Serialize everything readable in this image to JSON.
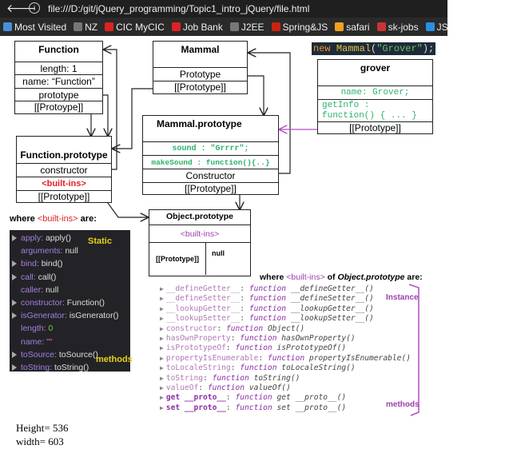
{
  "browser": {
    "url": "file:///D:/git/jQuery_programming/Topic1_intro_jQuery/file.html",
    "bookmarks": [
      {
        "label": "Most Visited",
        "color": "#4a8fd8"
      },
      {
        "label": "NZ",
        "color": "#777"
      },
      {
        "label": "CIC MyCIC",
        "color": "#d22"
      },
      {
        "label": "Job Bank",
        "color": "#d22"
      },
      {
        "label": "J2EE",
        "color": "#777"
      },
      {
        "label": "Spring&JS",
        "color": "#c21"
      },
      {
        "label": "safari",
        "color": "#f0a020"
      },
      {
        "label": "sk-jobs",
        "color": "#c33"
      },
      {
        "label": "JS guide",
        "color": "#2a8fe0"
      }
    ]
  },
  "function_box": {
    "title": "Function",
    "rows": [
      "length: 1",
      "name: “Function”",
      "prototype",
      "[[Protoype]]"
    ]
  },
  "mammal_box": {
    "title": "Mammal",
    "rows": [
      "Prototype",
      "[[Prototype]]"
    ]
  },
  "new_expr": {
    "kw": "new",
    "cls": "Mammal",
    "open": "(",
    "arg": "\"Grover\"",
    "close": ");"
  },
  "grover_box": {
    "title": "grover",
    "name": "name: Grover;",
    "getinfo1": "getInfo :",
    "getinfo2": "function() { ... }",
    "proto": "[[Prototype]]"
  },
  "mammal_proto": {
    "title": "Mammal.prototype",
    "sound": "sound : \"Grrrr\";",
    "make": "makeSound : function(){..}",
    "ctor": "Constructor",
    "proto": "[[Prototype]]"
  },
  "function_proto": {
    "title": "Function.prototype",
    "ctor": "constructor",
    "builtins": "<built-ins>",
    "proto": "[[Prototype]]"
  },
  "object_proto": {
    "title": "Object.prototype",
    "builtins": "<built-ins>",
    "proto": "[[Prototype]]",
    "null": "null"
  },
  "where1": {
    "pre": "where ",
    "bi": "<built-ins>",
    "post": " are:"
  },
  "console": {
    "static": "Static",
    "methods": "methods",
    "items": [
      {
        "k": "apply",
        "v": "apply()",
        "arrow": true
      },
      {
        "k": "arguments",
        "v": "null",
        "arrow": false
      },
      {
        "k": "bind",
        "v": "bind()",
        "arrow": true
      },
      {
        "k": "call",
        "v": "call()",
        "arrow": true
      },
      {
        "k": "caller",
        "v": "null",
        "arrow": false
      },
      {
        "k": "constructor",
        "v": "Function()",
        "arrow": true
      },
      {
        "k": "isGenerator",
        "v": "isGenerator()",
        "arrow": true
      },
      {
        "k": "length",
        "v": "0",
        "arrow": false
      },
      {
        "k": "name",
        "v": "\"\"",
        "arrow": false
      },
      {
        "k": "toSource",
        "v": "toSource()",
        "arrow": true
      },
      {
        "k": "toString",
        "v": "toString()",
        "arrow": true
      }
    ]
  },
  "where2": {
    "pre": "where ",
    "bi": "<built-ins>",
    "mid": " of ",
    "obj": "Object.prototype",
    "post": " are:"
  },
  "object_methods": {
    "instance": "Instance",
    "methods": "methods",
    "items": [
      {
        "k": "__defineGetter__",
        "f": "function",
        "v": "__defineGetter__()"
      },
      {
        "k": "__defineSetter__",
        "f": "function",
        "v": "__defineSetter__()"
      },
      {
        "k": "__lookupGetter__",
        "f": "function",
        "v": "__lookupGetter__()"
      },
      {
        "k": "__lookupSetter__",
        "f": "function",
        "v": "__lookupSetter__()"
      },
      {
        "k": "constructor",
        "f": "function",
        "v": "Object()"
      },
      {
        "k": "hasOwnProperty",
        "f": "function",
        "v": "hasOwnProperty()"
      },
      {
        "k": "isPrototypeOf",
        "f": "function",
        "v": "isPrototypeOf()"
      },
      {
        "k": "propertyIsEnumerable",
        "f": "function",
        "v": "propertyIsEnumerable()"
      },
      {
        "k": "toLocaleString",
        "f": "function",
        "v": "toLocaleString()"
      },
      {
        "k": "toString",
        "f": "function",
        "v": "toString()"
      },
      {
        "k": "valueOf",
        "f": "function",
        "v": "valueOf()"
      },
      {
        "k": "get __proto__",
        "f": "function",
        "v": "get __proto__()"
      },
      {
        "k": "set __proto__",
        "f": "function",
        "v": "set __proto__()"
      }
    ]
  },
  "dims": {
    "height": "Height= 536",
    "width": "width= 603"
  }
}
